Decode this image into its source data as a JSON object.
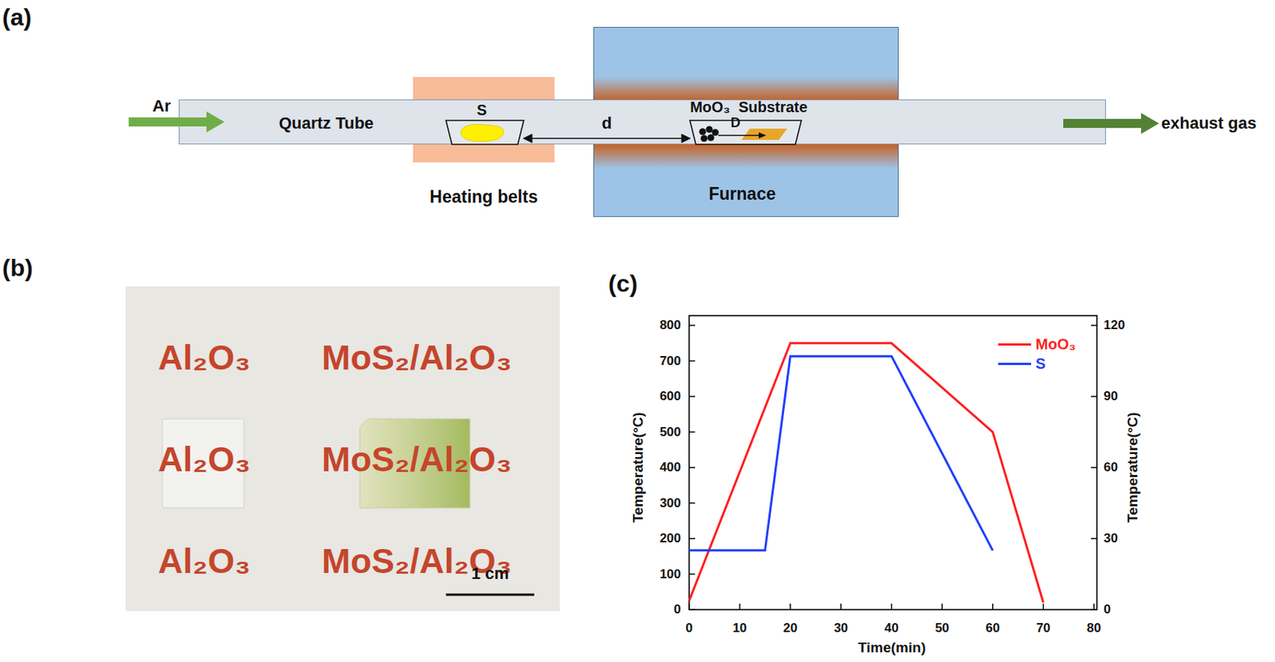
{
  "diagram": {
    "nodes": [
      {
        "text": [
          "Quartz Tube"
        ]
      },
      {
        "text": [
          "Heating belts"
        ]
      },
      {
        "text": [
          "Furnace"
        ]
      },
      {
        "text": [
          "S"
        ],
        "in": 0
      },
      {
        "text": [
          "MoO₃",
          "Substrate"
        ],
        "in": 0
      }
    ],
    "edges": [
      {
        "from": 3,
        "to": 4,
        "arrow": "both",
        "label": "d"
      }
    ],
    "labels": [
      "(a)",
      "Ar",
      "exhaust gas",
      "D",
      "(b)",
      "Al₂O₃",
      "MoS₂/Al₂O₃",
      "Al₂O₃",
      "MoS₂/Al₂O₃",
      "Al₂O₃",
      "MoS₂/Al₂O₃",
      "1 cm",
      "(c)",
      "0",
      "100",
      "200",
      "300",
      "400",
      "500",
      "600",
      "700",
      "800",
      "0",
      "10",
      "20",
      "30",
      "40",
      "50",
      "60",
      "70",
      "80",
      "0",
      "30",
      "60",
      "90",
      "120",
      "Temperature(°C)",
      "Temperature(°C)",
      "Time(min)"
    ],
    "legend": [
      {
        "text": "MoO₃"
      },
      {
        "text": "S"
      }
    ]
  }
}
